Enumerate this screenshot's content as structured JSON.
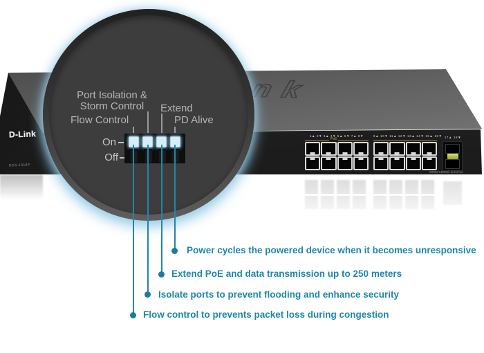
{
  "device": {
    "brand": "D-Link",
    "model": "DGS-1018P",
    "embossed_logo": "ink",
    "poe_label": "PoE",
    "led_legend": "100M/1000M Link/Act",
    "port_labels": {
      "bank1": "1▲ 2▼ 3▲ 4▼ 5▲ 6▼ 7▲ 8▼",
      "bank2": "9▲ 10▼ 11▲ 12▼ 13▲ 14▼ 15▲ 16▼",
      "sfp": "17▲ 18▼"
    },
    "port_count_rj45": 16,
    "port_count_sfp": 2
  },
  "dip_panel": {
    "labels": {
      "port_isolation_line1": "Port Isolation &",
      "port_isolation_line2": "Storm Control",
      "extend": "Extend",
      "flow_control": "Flow Control",
      "pd_alive": "PD Alive",
      "on": "On",
      "off": "Off"
    },
    "switches": [
      {
        "name": "Flow Control",
        "position": "On"
      },
      {
        "name": "Port Isolation & Storm Control",
        "position": "On"
      },
      {
        "name": "Extend",
        "position": "On"
      },
      {
        "name": "PD Alive",
        "position": "On"
      }
    ]
  },
  "callouts": [
    {
      "for": "PD Alive",
      "text": "Power cycles the powered device when it becomes unresponsive"
    },
    {
      "for": "Extend",
      "text": "Extend PoE and data transmission up to 250 meters"
    },
    {
      "for": "Port Isolation & Storm Control",
      "text": "Isolate ports to prevent flooding and enhance security"
    },
    {
      "for": "Flow Control",
      "text": "Flow control to prevents packet loss during congestion"
    }
  ],
  "colors": {
    "accent_teal": "#1e86aa",
    "dip_switch_fill": "#d8eef7",
    "glow_blue": "#bfe3f2",
    "gold_line": "#a89044",
    "label_gray": "#b5b5b5"
  }
}
